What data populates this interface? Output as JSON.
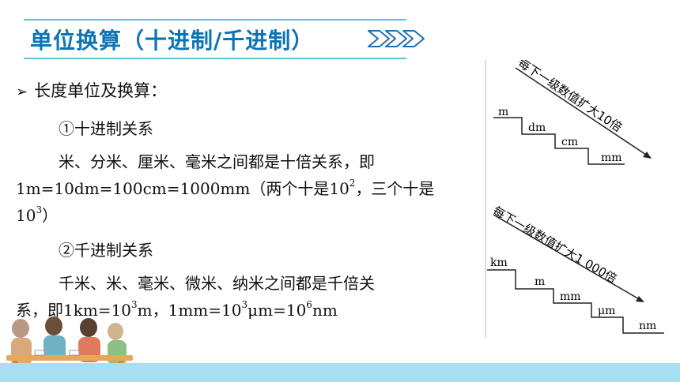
{
  "title": {
    "text": "单位换算（十进制/千进制）",
    "icon": "triple-chevron-right-icon",
    "color": "#0c74b4",
    "line_color": "#58c8d8"
  },
  "content": {
    "heading": "长度单位及换算：",
    "bullet_icon": "arrow-bullet-icon",
    "section1": {
      "label": "①十进制关系",
      "line1": "米、分米、厘米、毫米之间都是十倍关系，即",
      "line2_a": "1m=10dm=100cm=1000mm（两个十是10",
      "line2_sup": "2",
      "line2_b": "，三个十是",
      "line3_a": "10",
      "line3_sup": "3",
      "line3_b": "）"
    },
    "section2": {
      "label": "②千进制关系",
      "line1": "千米、米、毫米、微米、纳米之间都是千倍关",
      "line2_a": "系，即1km=10",
      "line2_sup1": "3",
      "line2_b": "m，1mm=10",
      "line2_sup2": "3",
      "line2_c": "μm=10",
      "line2_sup3": "6",
      "line2_d": "nm"
    }
  },
  "diagram_top": {
    "arrow_label": "每下一级数值扩大10倍",
    "steps": [
      "m",
      "dm",
      "cm",
      "mm"
    ]
  },
  "diagram_bottom": {
    "arrow_label": "每下一级数值扩大1 000倍",
    "steps": [
      "km",
      "m",
      "mm",
      "μm",
      "nm"
    ]
  },
  "colors": {
    "bottom_band": "#a6e0f2"
  }
}
